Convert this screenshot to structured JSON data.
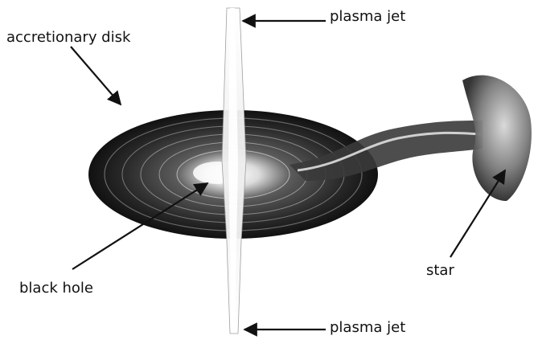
{
  "labels": {
    "accretionary_disk": "accretionary disk",
    "plasma_jet_top": "plasma jet",
    "plasma_jet_bottom": "plasma jet",
    "star": "star",
    "black_hole": "black hole"
  },
  "colors": {
    "background": "#ffffff",
    "ink": "#111111",
    "disk_dark": "#1a1a1a",
    "disk_mid": "#555555",
    "jet_light": "#f4f4f4"
  }
}
